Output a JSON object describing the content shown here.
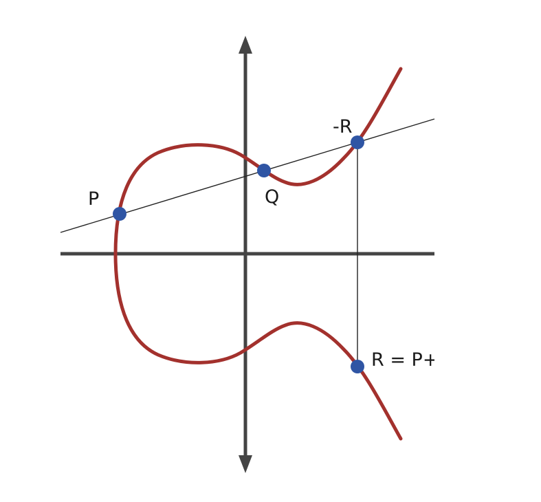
{
  "diagram": {
    "labels": {
      "p": "P",
      "q": "Q",
      "neg_r": "-R",
      "r": "R = P+Q"
    },
    "colors": {
      "curve": "#a3312d",
      "point": "#2f55a4",
      "axis": "#444444",
      "line": "#222222"
    }
  }
}
